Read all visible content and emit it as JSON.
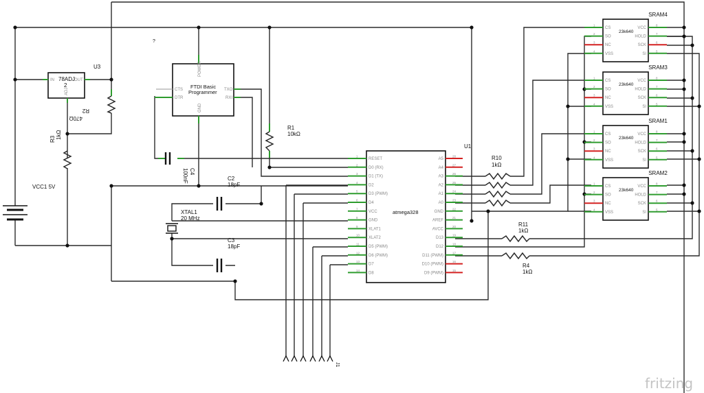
{
  "brand": "fritzing",
  "question_mark": "?",
  "colors": {
    "wire": "#2a2a2a",
    "pin_connected": "#2e9c2e",
    "pin_unconnected": "#d42020"
  },
  "regulator": {
    "ref": "U3",
    "part": "78ADJ",
    "part2": "2",
    "pins": {
      "in": "IN",
      "out": "OUT",
      "adj": "ADJ"
    }
  },
  "resistors": {
    "r2": {
      "ref": "R2",
      "value": "470Ω"
    },
    "r3": {
      "ref": "R3",
      "value": "1kΩ"
    },
    "r1": {
      "ref": "R1",
      "value": "10kΩ"
    },
    "r10": {
      "ref": "R10",
      "value": "1kΩ"
    },
    "r11": {
      "ref": "R11",
      "value": "1kΩ"
    },
    "r4": {
      "ref": "R4",
      "value": "1kΩ"
    }
  },
  "battery": {
    "label": "VCC1 5V"
  },
  "ftdi": {
    "title1": "FTDI Basic",
    "title2": "Programmer",
    "pins": {
      "power": "POWER",
      "gnd": "GND",
      "cts": "CTS",
      "dtr": "DTR",
      "txo": "TXO",
      "rxi": "RXI"
    }
  },
  "capacitors": {
    "c4": {
      "ref": "C4",
      "value": "100nF"
    },
    "c2": {
      "ref": "C2",
      "value": "18pF"
    },
    "c3": {
      "ref": "C3",
      "value": "18pF"
    }
  },
  "crystal": {
    "ref": "XTAL1",
    "value": "20 MHz"
  },
  "mcu": {
    "ref": "U1",
    "part": "atmega328",
    "left_pins": [
      {
        "n": "1",
        "name": "RESET"
      },
      {
        "n": "2",
        "name": "D0 (RX)"
      },
      {
        "n": "3",
        "name": "D1 (TX)"
      },
      {
        "n": "4",
        "name": "D2"
      },
      {
        "n": "5",
        "name": "D3 (PWM)"
      },
      {
        "n": "6",
        "name": "D4"
      },
      {
        "n": "7",
        "name": "VCC"
      },
      {
        "n": "8",
        "name": "GND"
      },
      {
        "n": "9",
        "name": "XLAT1"
      },
      {
        "n": "10",
        "name": "XLAT2"
      },
      {
        "n": "11",
        "name": "D5 (PWM)"
      },
      {
        "n": "12",
        "name": "D6 (PWM)"
      },
      {
        "n": "13",
        "name": "D7"
      },
      {
        "n": "14",
        "name": "D8"
      }
    ],
    "right_pins": [
      {
        "n": "28",
        "name": "A5"
      },
      {
        "n": "27",
        "name": "A4"
      },
      {
        "n": "26",
        "name": "A3"
      },
      {
        "n": "25",
        "name": "A2"
      },
      {
        "n": "24",
        "name": "A1"
      },
      {
        "n": "23",
        "name": "A0"
      },
      {
        "n": "22",
        "name": "GND"
      },
      {
        "n": "21",
        "name": "AREF"
      },
      {
        "n": "20",
        "name": "AVCC"
      },
      {
        "n": "19",
        "name": "D13"
      },
      {
        "n": "18",
        "name": "D12"
      },
      {
        "n": "17",
        "name": "D11 (PWM)"
      },
      {
        "n": "16",
        "name": "D10 (PWM)"
      },
      {
        "n": "15",
        "name": "D9 (PWM)"
      }
    ]
  },
  "srams": [
    {
      "label": "SRAM4",
      "part": "23k640"
    },
    {
      "label": "SRAM3",
      "part": "23k640"
    },
    {
      "label": "SRAM1",
      "part": "23k640"
    },
    {
      "label": "SRAM2",
      "part": "23k640"
    }
  ],
  "sram_pins": {
    "left": [
      {
        "n": "1",
        "name": "CS"
      },
      {
        "n": "2",
        "name": "SO"
      },
      {
        "n": "3",
        "name": "NC"
      },
      {
        "n": "4",
        "name": "VSS"
      }
    ],
    "right": [
      {
        "n": "8",
        "name": "VCC"
      },
      {
        "n": "7",
        "name": "HOLD"
      },
      {
        "n": "6",
        "name": "SCK"
      },
      {
        "n": "5",
        "name": "SI"
      }
    ]
  },
  "connector": {
    "ref": "J1"
  }
}
